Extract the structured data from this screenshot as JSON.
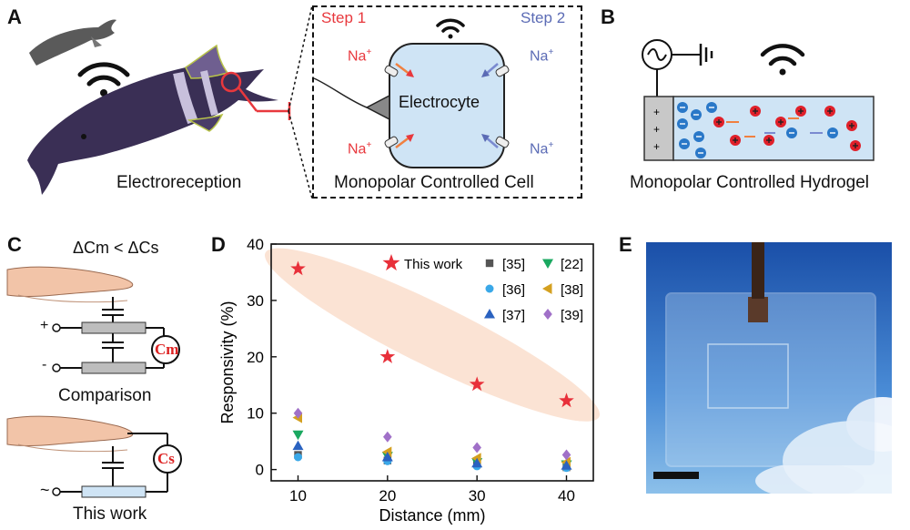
{
  "panels": {
    "a": {
      "letter": "A",
      "caption_left": "Electroreception",
      "caption_right": "Monopolar Controlled Cell",
      "step1": "Step 1",
      "step2": "Step 2",
      "cell_label": "Electrocyte",
      "ion": "Na",
      "ion_sup": "+"
    },
    "b": {
      "letter": "B",
      "caption": "Monopolar Controlled Hydrogel",
      "plus": "+"
    },
    "c": {
      "letter": "C",
      "equation": "ΔCm < ΔCs",
      "caption_top": "Comparison",
      "caption_bottom": "This work",
      "cm_label": "Cm",
      "cs_label": "Cs",
      "terminal_plus": "+",
      "terminal_minus": "-",
      "terminal_ac": "~"
    },
    "d": {
      "letter": "D"
    },
    "e": {
      "letter": "E"
    }
  },
  "colors": {
    "step1": "#e8383d",
    "step2": "#5b6bb5",
    "cell_fill": "#cfe4f5",
    "hydrogel_fill": "#cfe4f5",
    "cation": "#e0202a",
    "anion": "#2a78c8",
    "star": "#e8303a",
    "ellipse": "#fbe3d4"
  },
  "chart_data": {
    "type": "scatter",
    "xlabel": "Distance (mm)",
    "ylabel": "Responsivity (%)",
    "xlim": [
      7,
      43
    ],
    "ylim": [
      -2,
      40
    ],
    "xticks": [
      10,
      20,
      30,
      40
    ],
    "yticks": [
      0,
      10,
      20,
      30,
      40
    ],
    "legend_position": "top-right",
    "series": [
      {
        "name": "This work",
        "marker": "star",
        "color": "#e8303a",
        "x": [
          10,
          20,
          30,
          40
        ],
        "y": [
          35.6,
          20.0,
          15.1,
          12.2
        ]
      },
      {
        "name": "[35]",
        "marker": "square",
        "color": "#555555",
        "x": [
          10,
          20,
          30,
          40
        ],
        "y": [
          2.6,
          1.6,
          0.9,
          0.4
        ]
      },
      {
        "name": "[22]",
        "marker": "triangle-down",
        "color": "#1aa860",
        "x": [
          10,
          20,
          30,
          40
        ],
        "y": [
          6.2,
          2.4,
          1.3,
          0.9
        ]
      },
      {
        "name": "[36]",
        "marker": "circle",
        "color": "#3aa8e8",
        "x": [
          10,
          20,
          30,
          40
        ],
        "y": [
          2.2,
          1.5,
          0.6,
          0.3
        ]
      },
      {
        "name": "[38]",
        "marker": "triangle-left",
        "color": "#d4a020",
        "x": [
          10,
          20,
          30,
          40
        ],
        "y": [
          9.2,
          3.1,
          2.0,
          1.3
        ]
      },
      {
        "name": "[37]",
        "marker": "triangle-up",
        "color": "#2a62c0",
        "x": [
          10,
          20,
          30,
          40
        ],
        "y": [
          4.2,
          2.2,
          1.1,
          0.7
        ]
      },
      {
        "name": "[39]",
        "marker": "diamond",
        "color": "#a070c8",
        "x": [
          10,
          20,
          30,
          40
        ],
        "y": [
          10.0,
          5.8,
          3.9,
          2.6
        ]
      }
    ]
  }
}
